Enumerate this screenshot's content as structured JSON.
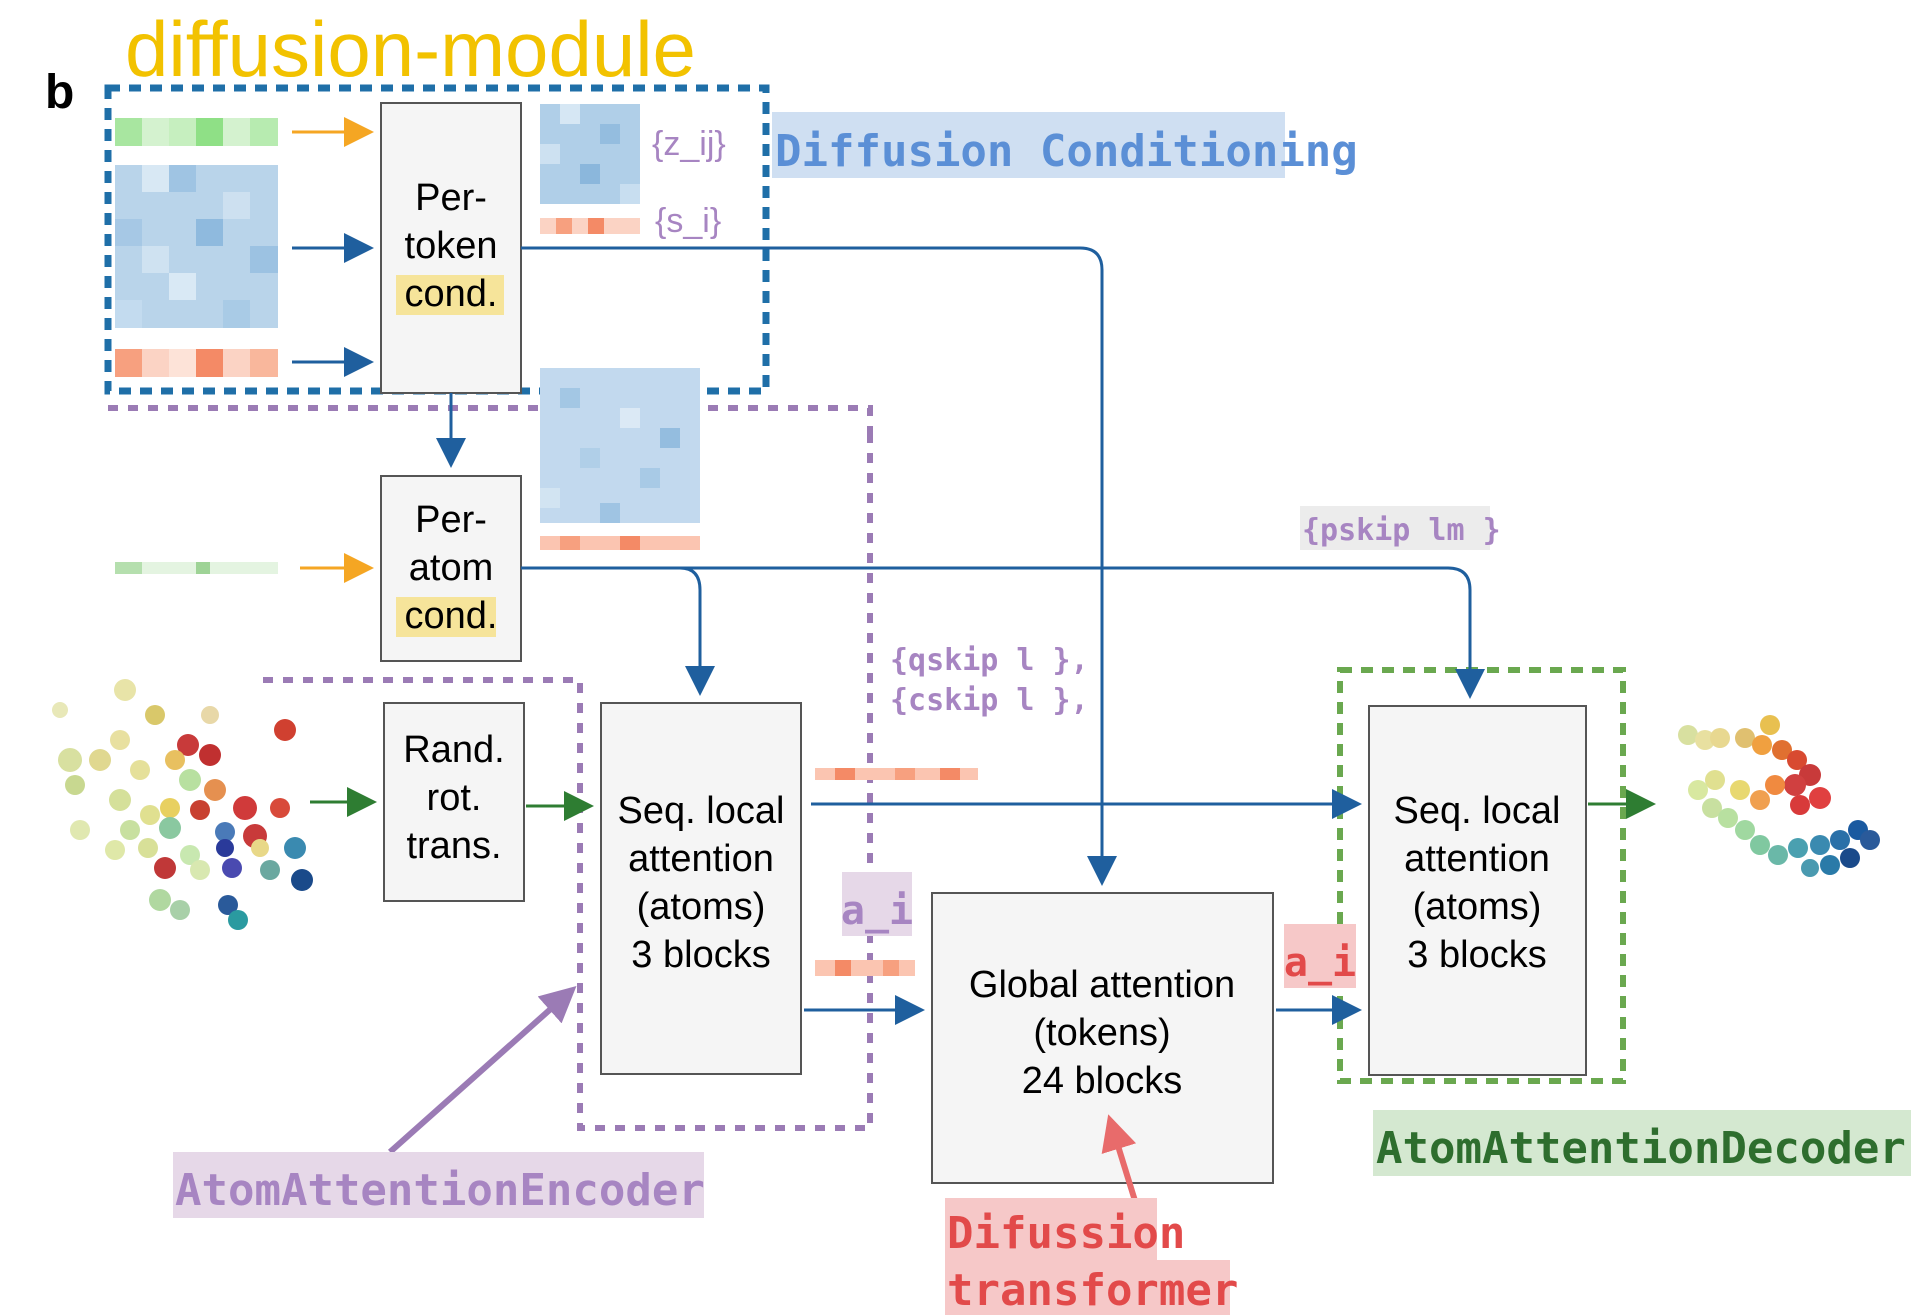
{
  "header": {
    "title": "diffusion-module",
    "panel_letter": "b"
  },
  "labels": {
    "diffusion_conditioning": "Diffusion Conditioning",
    "atom_attention_encoder": "AtomAttentionEncoder",
    "atom_attention_decoder": "AtomAttentionDecoder",
    "diffusion_transformer_line1": "Difussion",
    "diffusion_transformer_line2": "transformer"
  },
  "symbols": {
    "z_ij": "{z_ij}",
    "s_i": "{s_i}",
    "pskip": "{pskip  lm }",
    "qskip": "{qskip  l },",
    "cskip": "{cskip  l },",
    "a_i_left": "a_i",
    "a_i_right": "a_i"
  },
  "boxes": {
    "per_token": [
      "Per-",
      "token",
      "cond."
    ],
    "per_atom": [
      "Per-",
      "atom",
      "cond."
    ],
    "rand_rot": [
      "Rand.",
      "rot.",
      "trans."
    ],
    "seq_local_enc": [
      "Seq. local",
      "attention",
      "(atoms)",
      "3 blocks"
    ],
    "global_attn": [
      "Global attention",
      "(tokens)",
      "24 blocks"
    ],
    "seq_local_dec": [
      "Seq. local",
      "attention",
      "(atoms)",
      "3 blocks"
    ]
  },
  "colors": {
    "title": "#f2c200",
    "blue_arrow": "#1f5f9e",
    "green_arrow": "#2e7d32",
    "orange_arrow": "#f5a623",
    "purple": "#9b7bb5",
    "cond_blue_bg": "#cfdff2",
    "cond_blue_text": "#5b8fd6",
    "purple_bg": "#e6d8e8",
    "purple_text": "#a785c2",
    "green_bg": "#d4e8d0",
    "green_text": "#2e6e2e",
    "red_bg": "#f6c8c8",
    "red_text": "#e24a4a",
    "highlight_yellow": "#f6e49a",
    "box_fill": "#f5f5f5",
    "box_stroke": "#555555"
  }
}
